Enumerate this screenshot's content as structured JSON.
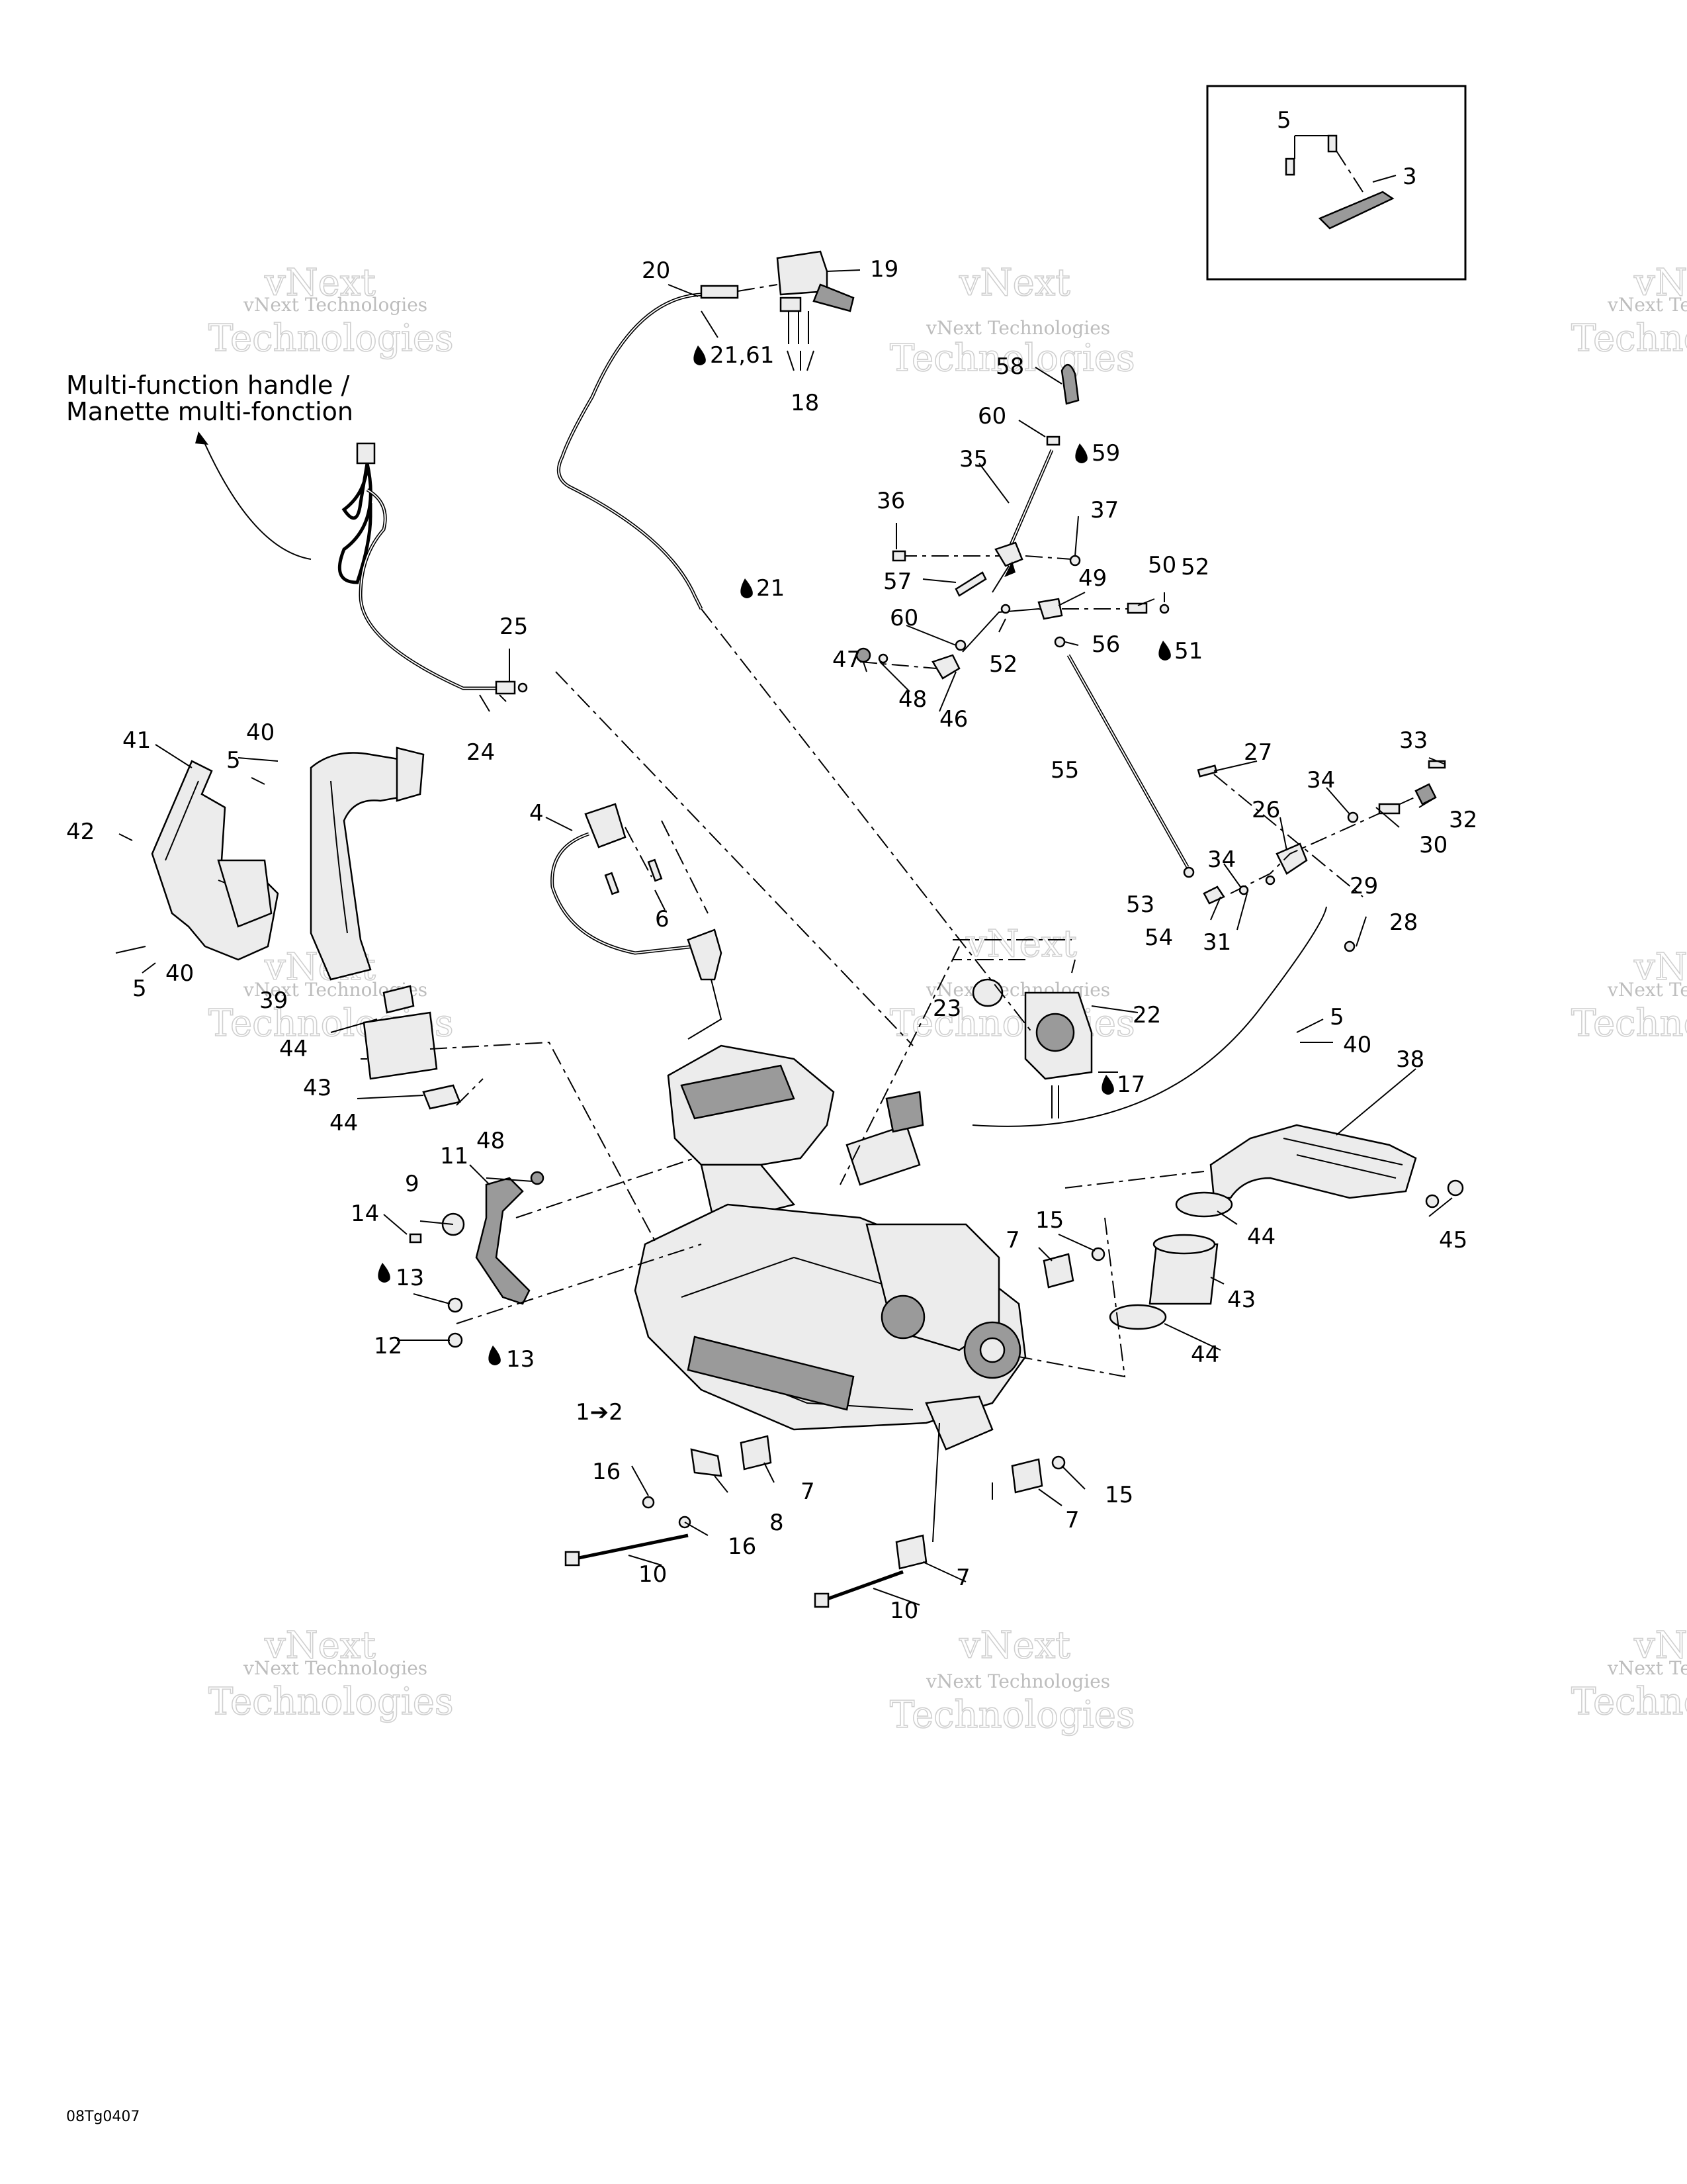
{
  "diagram": {
    "note": {
      "line1": "Multi-function handle /",
      "line2": "Manette multi-fonction"
    },
    "drawing_code": "08Tg0407",
    "watermark": {
      "line1": "vNext Technologies",
      "line2": "vNext",
      "line3": "Technologies"
    },
    "callouts": [
      "5",
      "3",
      "20",
      "19",
      "21,61",
      "18",
      "58",
      "60",
      "59",
      "35",
      "36",
      "37",
      "57",
      "49",
      "50",
      "52",
      "60",
      "52",
      "56",
      "51",
      "47",
      "48",
      "46",
      "21",
      "25",
      "24",
      "41",
      "40",
      "5",
      "42",
      "40",
      "5",
      "39",
      "44",
      "43",
      "44",
      "4",
      "6",
      "55",
      "27",
      "26",
      "34",
      "33",
      "32",
      "30",
      "34",
      "29",
      "53",
      "54",
      "31",
      "28",
      "23",
      "22",
      "17",
      "5",
      "40",
      "38",
      "45",
      "44",
      "43",
      "44",
      "11",
      "48",
      "9",
      "14",
      "13",
      "12",
      "13",
      "7",
      "15",
      "1➔2",
      "16",
      "7",
      "8",
      "16",
      "15",
      "7",
      "10",
      "7",
      "10"
    ]
  }
}
